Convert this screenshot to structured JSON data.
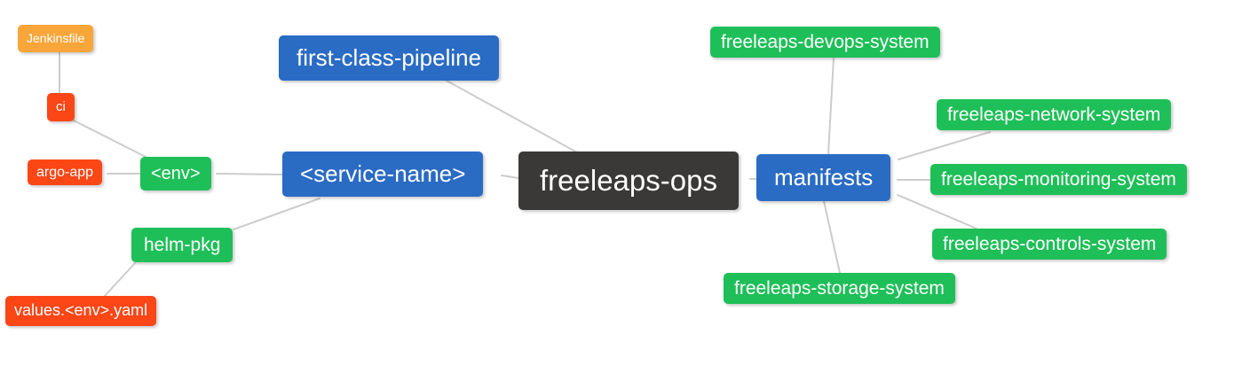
{
  "diagram": {
    "type": "mindmap",
    "root_label": "freeleaps-ops",
    "colors": {
      "root_bg": "#3B3838",
      "branch_bg": "#2A6BC4",
      "leaf_bg": "#1EBF58",
      "accent_bg": "#FB4616",
      "deep_bg": "#F8A63A",
      "edge": "#CCCCCC",
      "text": "#FFFFFF",
      "canvas_bg": "#FFFFFF"
    },
    "nodes": [
      {
        "id": "jenkinsfile",
        "label": "Jenkinsfile",
        "depth": 4
      },
      {
        "id": "ci",
        "label": "ci",
        "depth": 3
      },
      {
        "id": "argo-app",
        "label": "argo-app",
        "depth": 3
      },
      {
        "id": "env",
        "label": "<env>",
        "depth": 2
      },
      {
        "id": "helm-pkg",
        "label": "helm-pkg",
        "depth": 2
      },
      {
        "id": "values-env-yaml",
        "label": "values.<env>.yaml",
        "depth": 3
      },
      {
        "id": "first-class-pipeline",
        "label": "first-class-pipeline",
        "depth": 1
      },
      {
        "id": "service-name",
        "label": "<service-name>",
        "depth": 1
      },
      {
        "id": "freeleaps-ops",
        "label": "freeleaps-ops",
        "depth": 0
      },
      {
        "id": "manifests",
        "label": "manifests",
        "depth": 1
      },
      {
        "id": "freeleaps-devops-system",
        "label": "freeleaps-devops-system",
        "depth": 2
      },
      {
        "id": "freeleaps-network-system",
        "label": "freeleaps-network-system",
        "depth": 2
      },
      {
        "id": "freeleaps-monitoring-system",
        "label": "freeleaps-monitoring-system",
        "depth": 2
      },
      {
        "id": "freeleaps-controls-system",
        "label": "freeleaps-controls-system",
        "depth": 2
      },
      {
        "id": "freeleaps-storage-system",
        "label": "freeleaps-storage-system",
        "depth": 2
      }
    ],
    "edges": [
      {
        "from": "jenkinsfile",
        "to": "ci"
      },
      {
        "from": "ci",
        "to": "env"
      },
      {
        "from": "argo-app",
        "to": "env"
      },
      {
        "from": "env",
        "to": "service-name"
      },
      {
        "from": "helm-pkg",
        "to": "service-name"
      },
      {
        "from": "values-env-yaml",
        "to": "helm-pkg"
      },
      {
        "from": "first-class-pipeline",
        "to": "freeleaps-ops"
      },
      {
        "from": "service-name",
        "to": "freeleaps-ops"
      },
      {
        "from": "freeleaps-ops",
        "to": "manifests"
      },
      {
        "from": "manifests",
        "to": "freeleaps-devops-system"
      },
      {
        "from": "manifests",
        "to": "freeleaps-network-system"
      },
      {
        "from": "manifests",
        "to": "freeleaps-monitoring-system"
      },
      {
        "from": "manifests",
        "to": "freeleaps-controls-system"
      },
      {
        "from": "manifests",
        "to": "freeleaps-storage-system"
      }
    ]
  }
}
